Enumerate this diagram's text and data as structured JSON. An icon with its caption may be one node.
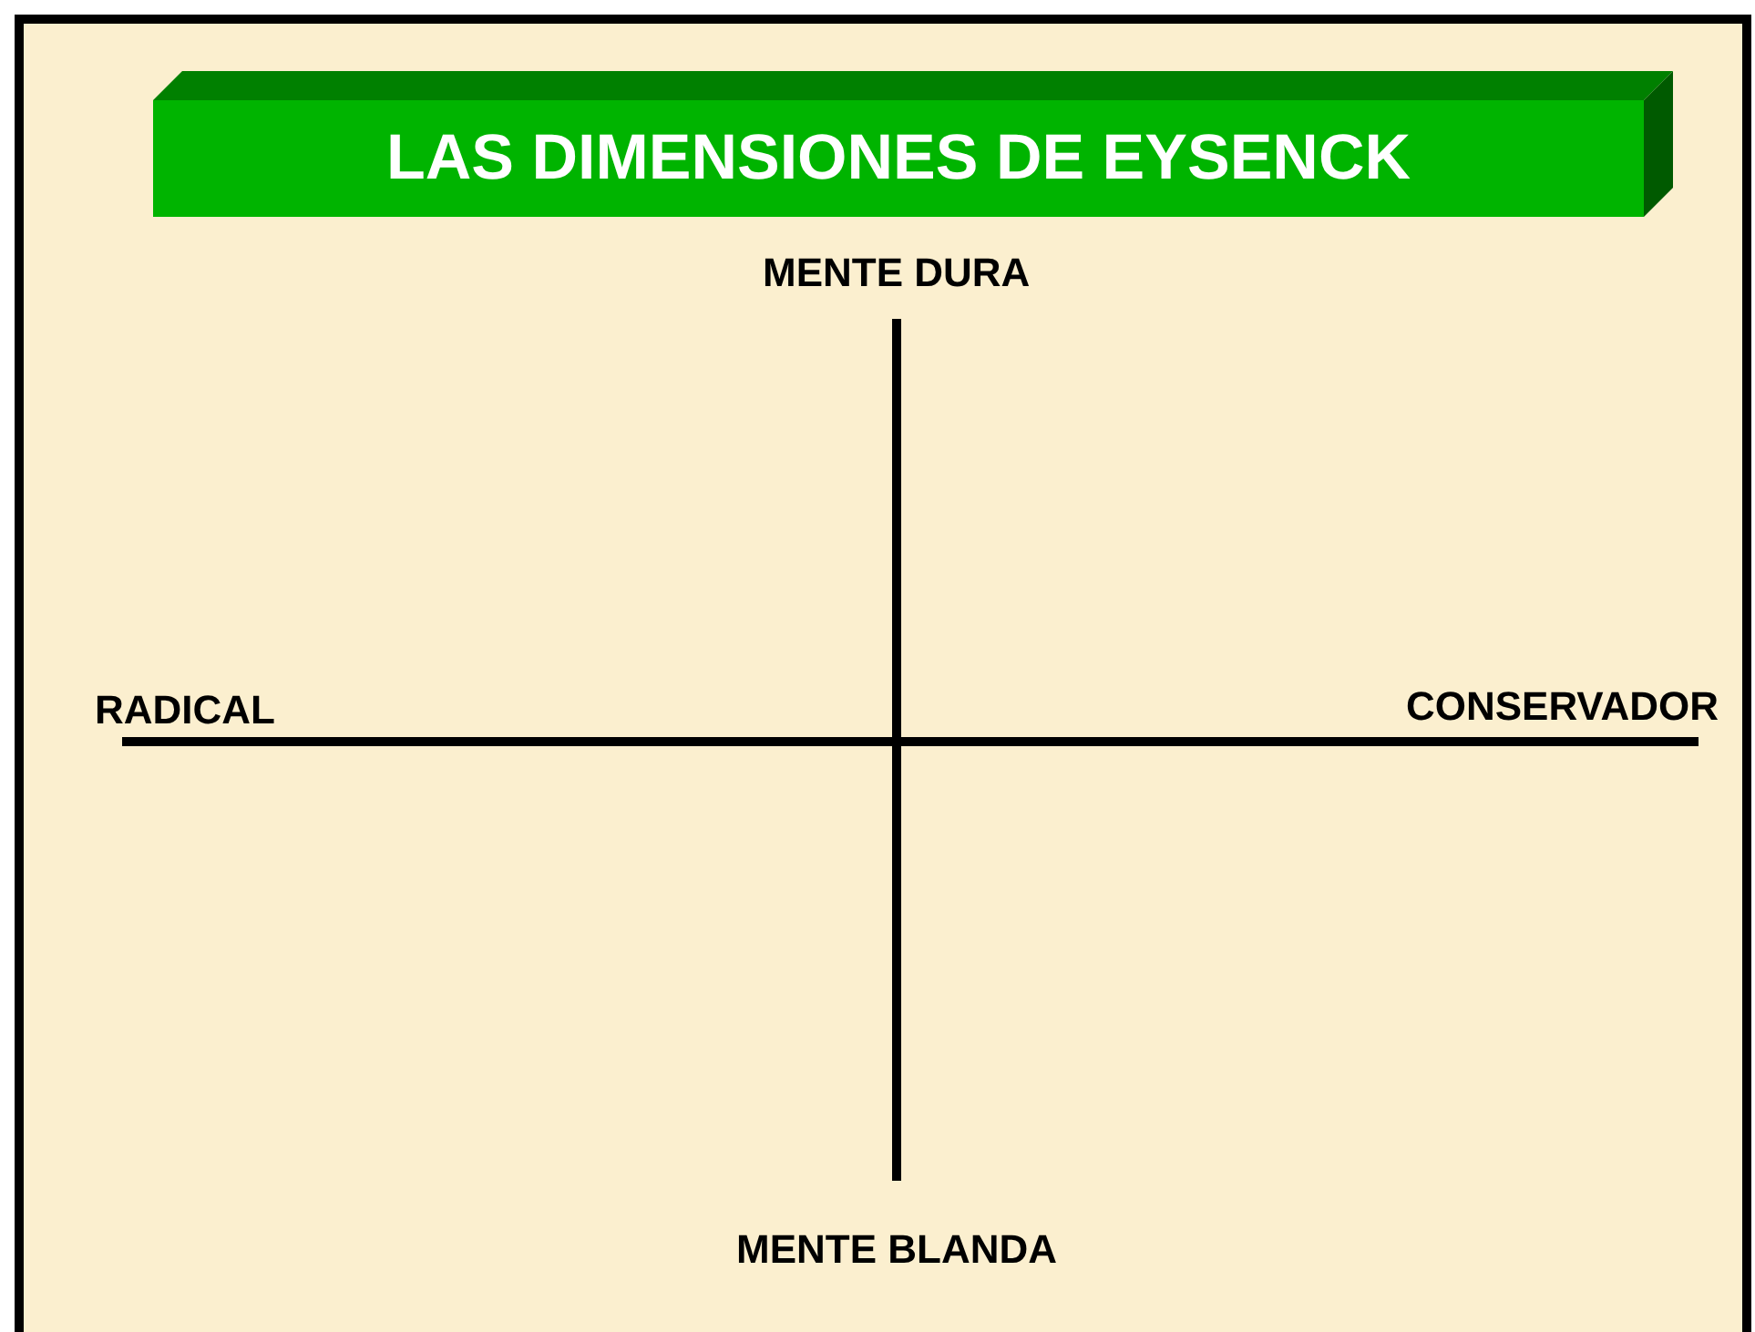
{
  "diagram": {
    "title": "LAS DIMENSIONES DE EYSENCK",
    "labels": [
      "MENTE DURA",
      "RADICAL",
      "CONSERVADOR",
      "MENTE BLANDA"
    ]
  }
}
